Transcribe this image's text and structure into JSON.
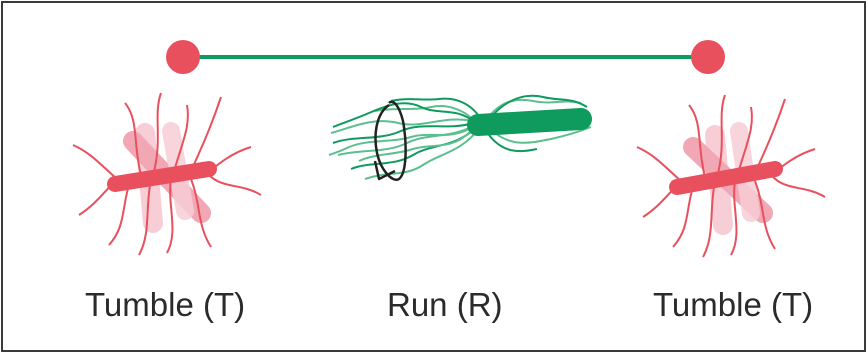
{
  "labels": {
    "tumble_left": "Tumble (T)",
    "run": "Run (R)",
    "tumble_right": "Tumble (T)"
  },
  "colors": {
    "tumble_red": "#e8505e",
    "tumble_pink": "#f2a7b5",
    "tumble_light": "#f7cdd6",
    "run_green": "#0f9a5e",
    "run_light_green": "#5cbf8e",
    "border": "#3a3a3a",
    "text": "#2b2b2b"
  }
}
